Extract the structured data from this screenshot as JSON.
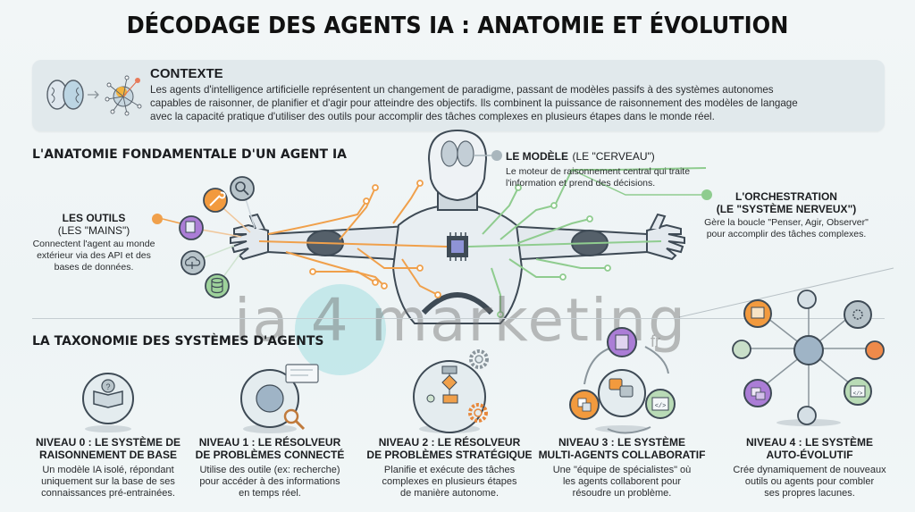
{
  "title": "DÉCODAGE DES AGENTS IA : ANATOMIE ET ÉVOLUTION",
  "context": {
    "icons": [
      "brain-icon",
      "arrow-right-icon",
      "neural-network-icon"
    ],
    "title": "CONTEXTE",
    "lines": [
      "Les agents d'intelligence artificielle représentent un changement de paradigme, passant de modèles passifs à des systèmes autonomes",
      "capables de raisonner, de planifier et d'agir pour atteindre des objectifs. Ils combinent la puissance de raisonnement des modèles de langage",
      "avec la capacité pratique d'utiliser des outils pour accomplir des tâches complexes en plusieurs étapes dans le monde réel."
    ]
  },
  "anatomy": {
    "heading": "L'ANATOMIE FONDAMENTALE D'UN AGENT IA",
    "tools": {
      "title": "LES OUTILS",
      "subtitle": "(LES \"MAINS\")",
      "desc": [
        "Connectent l'agent au monde",
        "extérieur via des API et des",
        "bases de données."
      ],
      "icons": [
        "wrench-icon",
        "search-icon",
        "document-hand-icon",
        "cloud-upload-icon",
        "database-icon"
      ],
      "color": "#f0a04b"
    },
    "model": {
      "title": "LE MODÈLE",
      "subtitle": "(LE \"CERVEAU\")",
      "desc": [
        "Le moteur de raisonnement central qui traite",
        "l'information et prend des décisions."
      ],
      "color": "#a9b6bd"
    },
    "orchestration": {
      "title": "L'ORCHESTRATION",
      "subtitle": "(LE \"SYSTÈME NERVEUX\")",
      "desc": [
        "Gère la boucle \"Penser, Agir, Observer\"",
        "pour accomplir des tâches complexes."
      ],
      "color": "#8fcc8f"
    }
  },
  "watermark": {
    "text": "ia 4 marketing",
    "suffix": "fr"
  },
  "taxonomy": {
    "heading": "LA TAXONOMIE DES SYSTÈMES D'AGENTS",
    "levels": [
      {
        "title": [
          "NIVEAU 0 : LE SYSTÈME DE",
          "RAISONNEMENT DE BASE"
        ],
        "desc": [
          "Un modèle IA isolé, répondant",
          "uniquement sur la base de ses",
          "connaissances pré-entrainées."
        ],
        "icon": "book-question-icon"
      },
      {
        "title": [
          "NIVEAU 1 : LE RÉSOLVEUR",
          "DE PROBLÈMES CONNECTÉ"
        ],
        "desc": [
          "Utilise des outile (ex: recherche)",
          "pour accéder à des informations",
          "en temps réel."
        ],
        "icon": "globe-search-icon"
      },
      {
        "title": [
          "NIVEAU 2 : LE RÉSOLVEUR",
          "DE PROBLÈMES STRATÉGIQUE"
        ],
        "desc": [
          "Planifie et exécute des tâches",
          "complexes en plusieurs étapes",
          "de manière autonome."
        ],
        "icon": "flowchart-gears-icon"
      },
      {
        "title": [
          "NIVEAU 3 : LE SYSTÈME",
          "MULTI-AGENTS COLLABORATIF"
        ],
        "desc": [
          "Une \"équipe de spécialistes\" où",
          "les agents collaborent pour",
          "résoudre un problème."
        ],
        "icon": "multi-agent-cycle-icon"
      },
      {
        "title": [
          "NIVEAU 4 : LE SYSTÈME",
          "AUTO-ÉVOLUTIF"
        ],
        "desc": [
          "Crée dynamiquement de nouveaux",
          "outils ou agents pour combler",
          "ses propres lacunes."
        ],
        "icon": "self-evolving-network-icon"
      }
    ]
  },
  "colors": {
    "orange": "#f0a04b",
    "green": "#8fcc8f",
    "purple": "#a77bd0",
    "grey": "#a9b6bd",
    "panel": "#e1e9ec"
  }
}
